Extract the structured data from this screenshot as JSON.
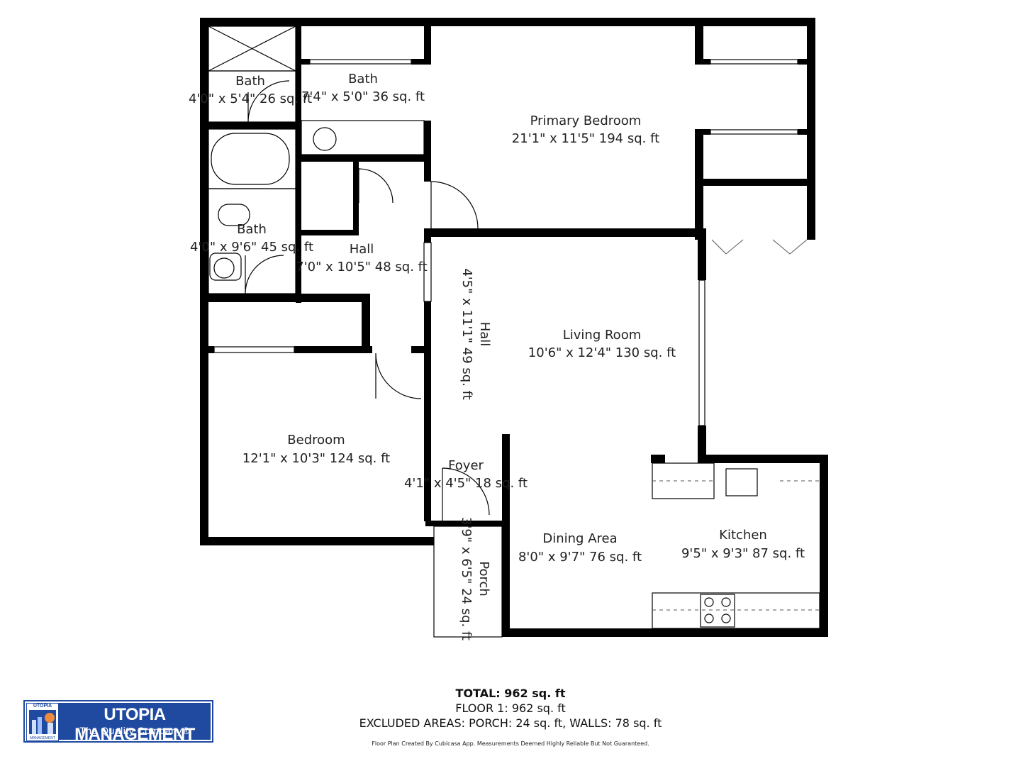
{
  "rooms": {
    "bath_a": {
      "name": "Bath",
      "dims": "4'0\" x 5'4\" 26 sq. ft"
    },
    "bath_b": {
      "name": "Bath",
      "dims": "7'4\" x 5'0\" 36 sq. ft"
    },
    "primary_bedroom": {
      "name": "Primary Bedroom",
      "dims": "21'1\" x 11'5\" 194 sq. ft"
    },
    "bath_c": {
      "name": "Bath",
      "dims": "4'0\" x 9'6\" 45 sq. ft"
    },
    "hall_a": {
      "name": "Hall",
      "dims": "7'0\" x 10'5\" 48 sq. ft"
    },
    "hall_b": {
      "name": "Hall",
      "dims": "4'5\" x 11'1\" 49 sq. ft"
    },
    "living_room": {
      "name": "Living Room",
      "dims": "10'6\" x 12'4\" 130 sq. ft"
    },
    "bedroom": {
      "name": "Bedroom",
      "dims": "12'1\" x 10'3\" 124 sq. ft"
    },
    "foyer": {
      "name": "Foyer",
      "dims": "4'1\" x 4'5\" 18 sq. ft"
    },
    "dining_area": {
      "name": "Dining Area",
      "dims": "8'0\" x 9'7\" 76 sq. ft"
    },
    "kitchen": {
      "name": "Kitchen",
      "dims": "9'5\" x 9'3\" 87 sq. ft"
    },
    "porch": {
      "name": "Porch",
      "dims": "3'9\" x 6'5\" 24 sq. ft"
    }
  },
  "summary": {
    "total": "TOTAL: 962 sq. ft",
    "floor": "FLOOR 1: 962 sq. ft",
    "excluded": "EXCLUDED AREAS: PORCH: 24 sq. ft, WALLS: 78 sq. ft"
  },
  "disclaimer": "Floor Plan Created By Cubicasa App. Measurements Deemed Highly Reliable But Not Guaranteed.",
  "logo": {
    "mark_top": "UTOPIA",
    "mark_bottom": "MANAGEMENT",
    "name": "UTOPIA MANAGEMENT",
    "tagline": "The Quality Company®"
  },
  "colors": {
    "wall": "#000000",
    "logo_blue": "#1f4aa0",
    "logo_sun": "#f08a3c"
  }
}
